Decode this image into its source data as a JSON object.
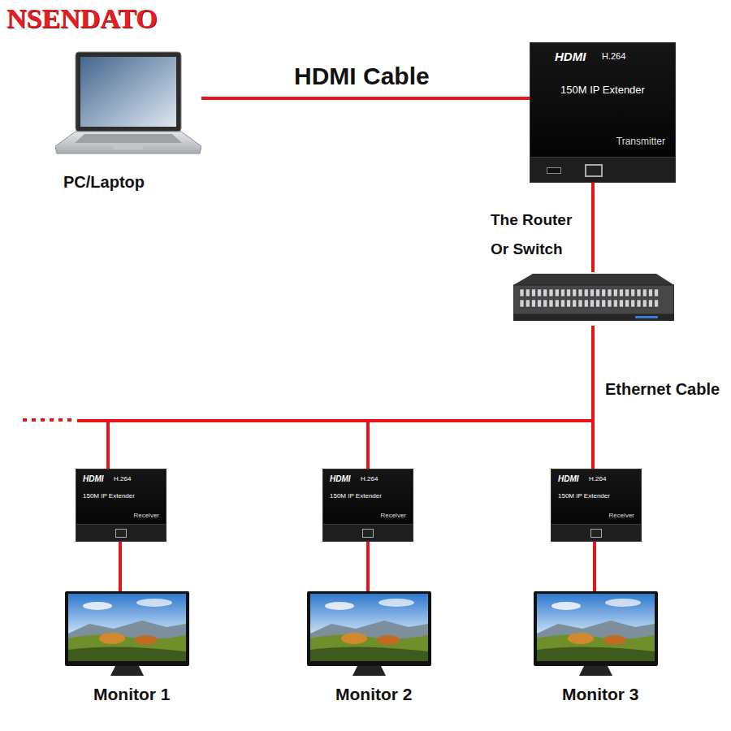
{
  "diagram": {
    "nodes": [
      {
        "text": [
          "PC/Laptop"
        ]
      },
      {
        "text": [
          "HDMI",
          "H.264",
          "150M IP Extender",
          "Transmitter"
        ]
      },
      {
        "text": [
          "The Router Or Switch"
        ]
      },
      {
        "text": [
          "HDMI",
          "H.264",
          "150M IP Extender",
          "Receiver"
        ]
      },
      {
        "text": [
          "HDMI",
          "H.264",
          "150M IP Extender",
          "Receiver"
        ]
      },
      {
        "text": [
          "HDMI",
          "H.264",
          "150M IP Extender",
          "Receiver"
        ]
      },
      {
        "text": [
          "Monitor 1"
        ]
      },
      {
        "text": [
          "Monitor 2"
        ]
      },
      {
        "text": [
          "Monitor 3"
        ]
      }
    ],
    "edges": [
      {
        "from": 0,
        "to": 1,
        "arrow": "none",
        "label": "HDMI Cable"
      },
      {
        "from": 1,
        "to": 2,
        "arrow": "none"
      },
      {
        "from": 2,
        "to": 3,
        "arrow": "none"
      },
      {
        "from": 2,
        "to": 4,
        "arrow": "none"
      },
      {
        "from": 2,
        "to": 5,
        "arrow": "none",
        "label": "Ethernet Cable"
      },
      {
        "from": 3,
        "to": 6,
        "arrow": "none"
      },
      {
        "from": 4,
        "to": 7,
        "arrow": "none"
      },
      {
        "from": 5,
        "to": 8,
        "arrow": "none"
      }
    ],
    "labels": [
      "NSENDATO"
    ]
  }
}
